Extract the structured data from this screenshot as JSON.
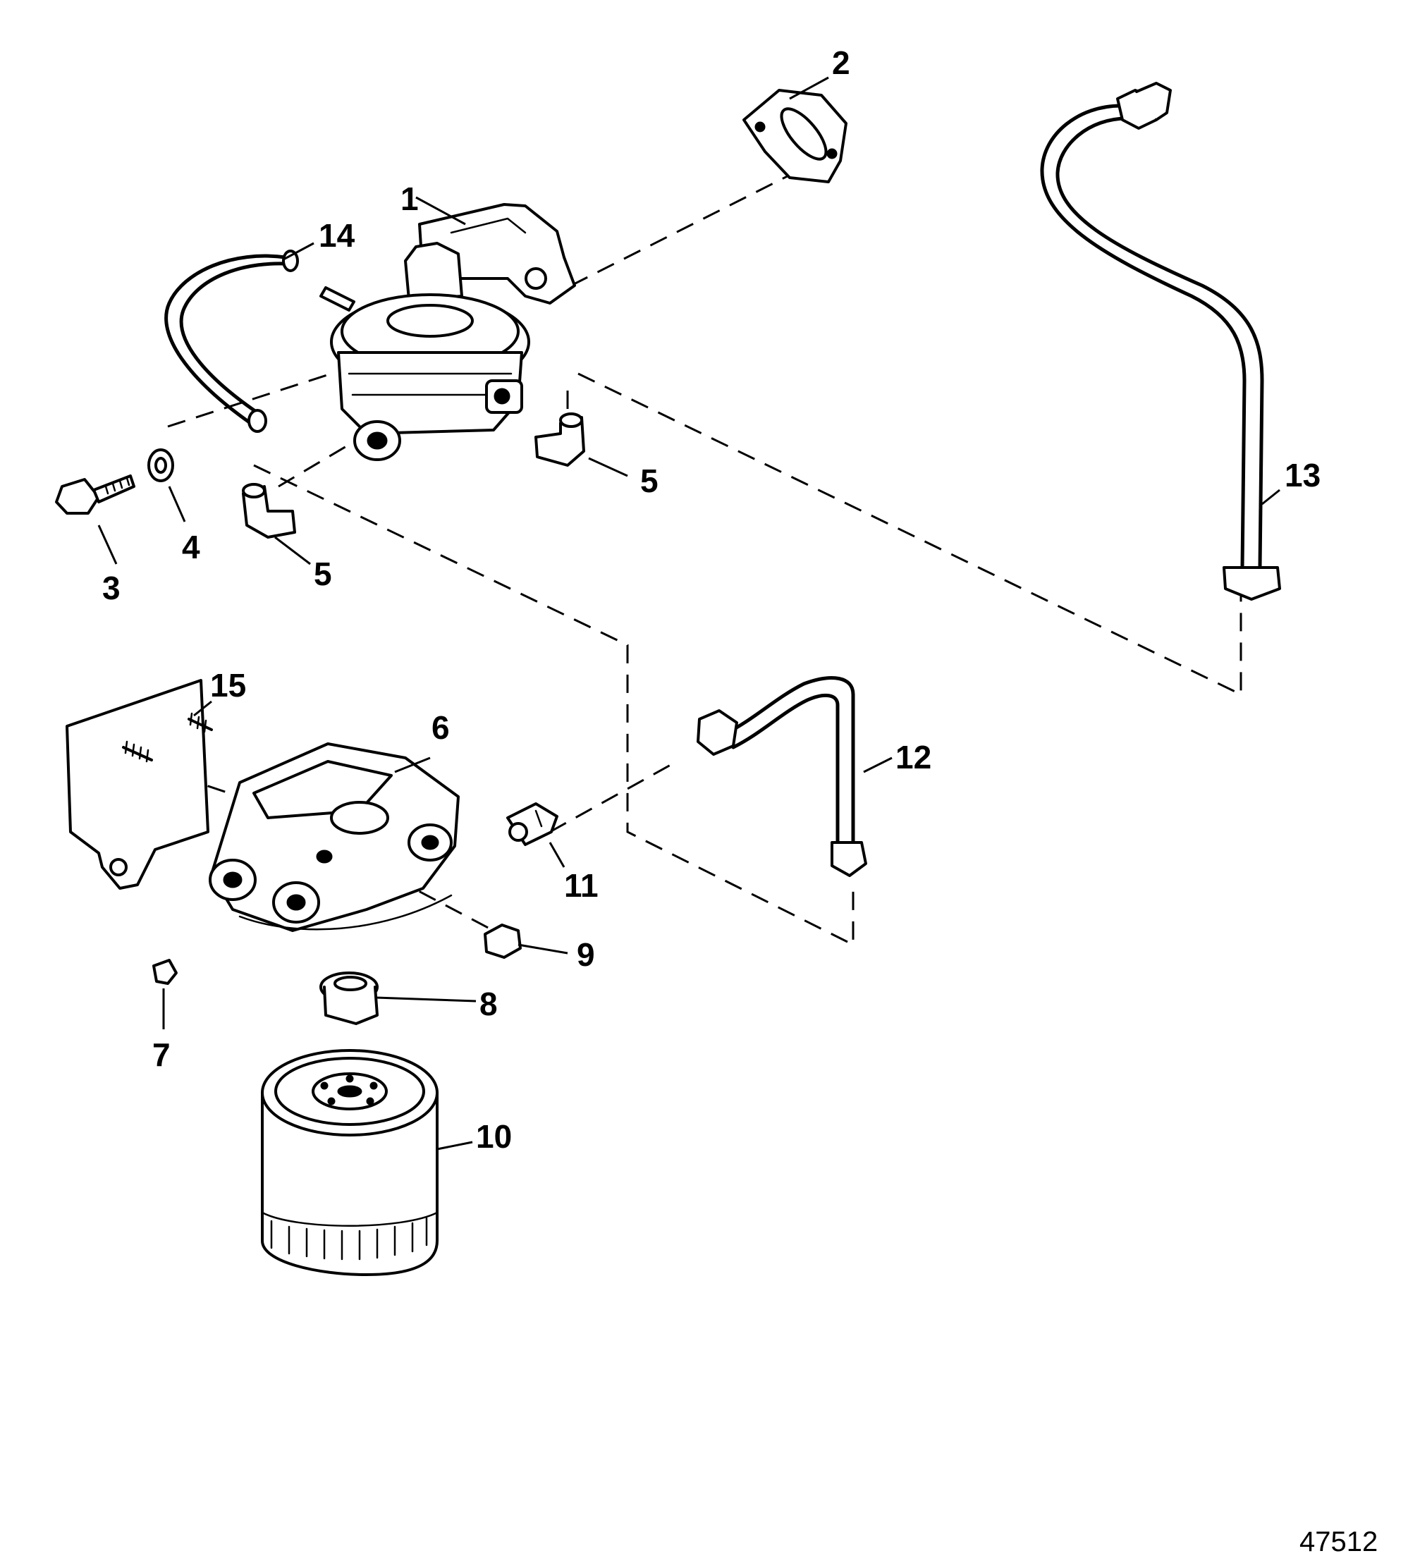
{
  "diagram": {
    "figure_number": "47512",
    "callouts": {
      "c1": "1",
      "c2": "2",
      "c3": "3",
      "c4": "4",
      "c5a": "5",
      "c5b": "5",
      "c6": "6",
      "c7": "7",
      "c8": "8",
      "c9": "9",
      "c10": "10",
      "c11": "11",
      "c12": "12",
      "c13": "13",
      "c14": "14",
      "c15": "15"
    }
  }
}
